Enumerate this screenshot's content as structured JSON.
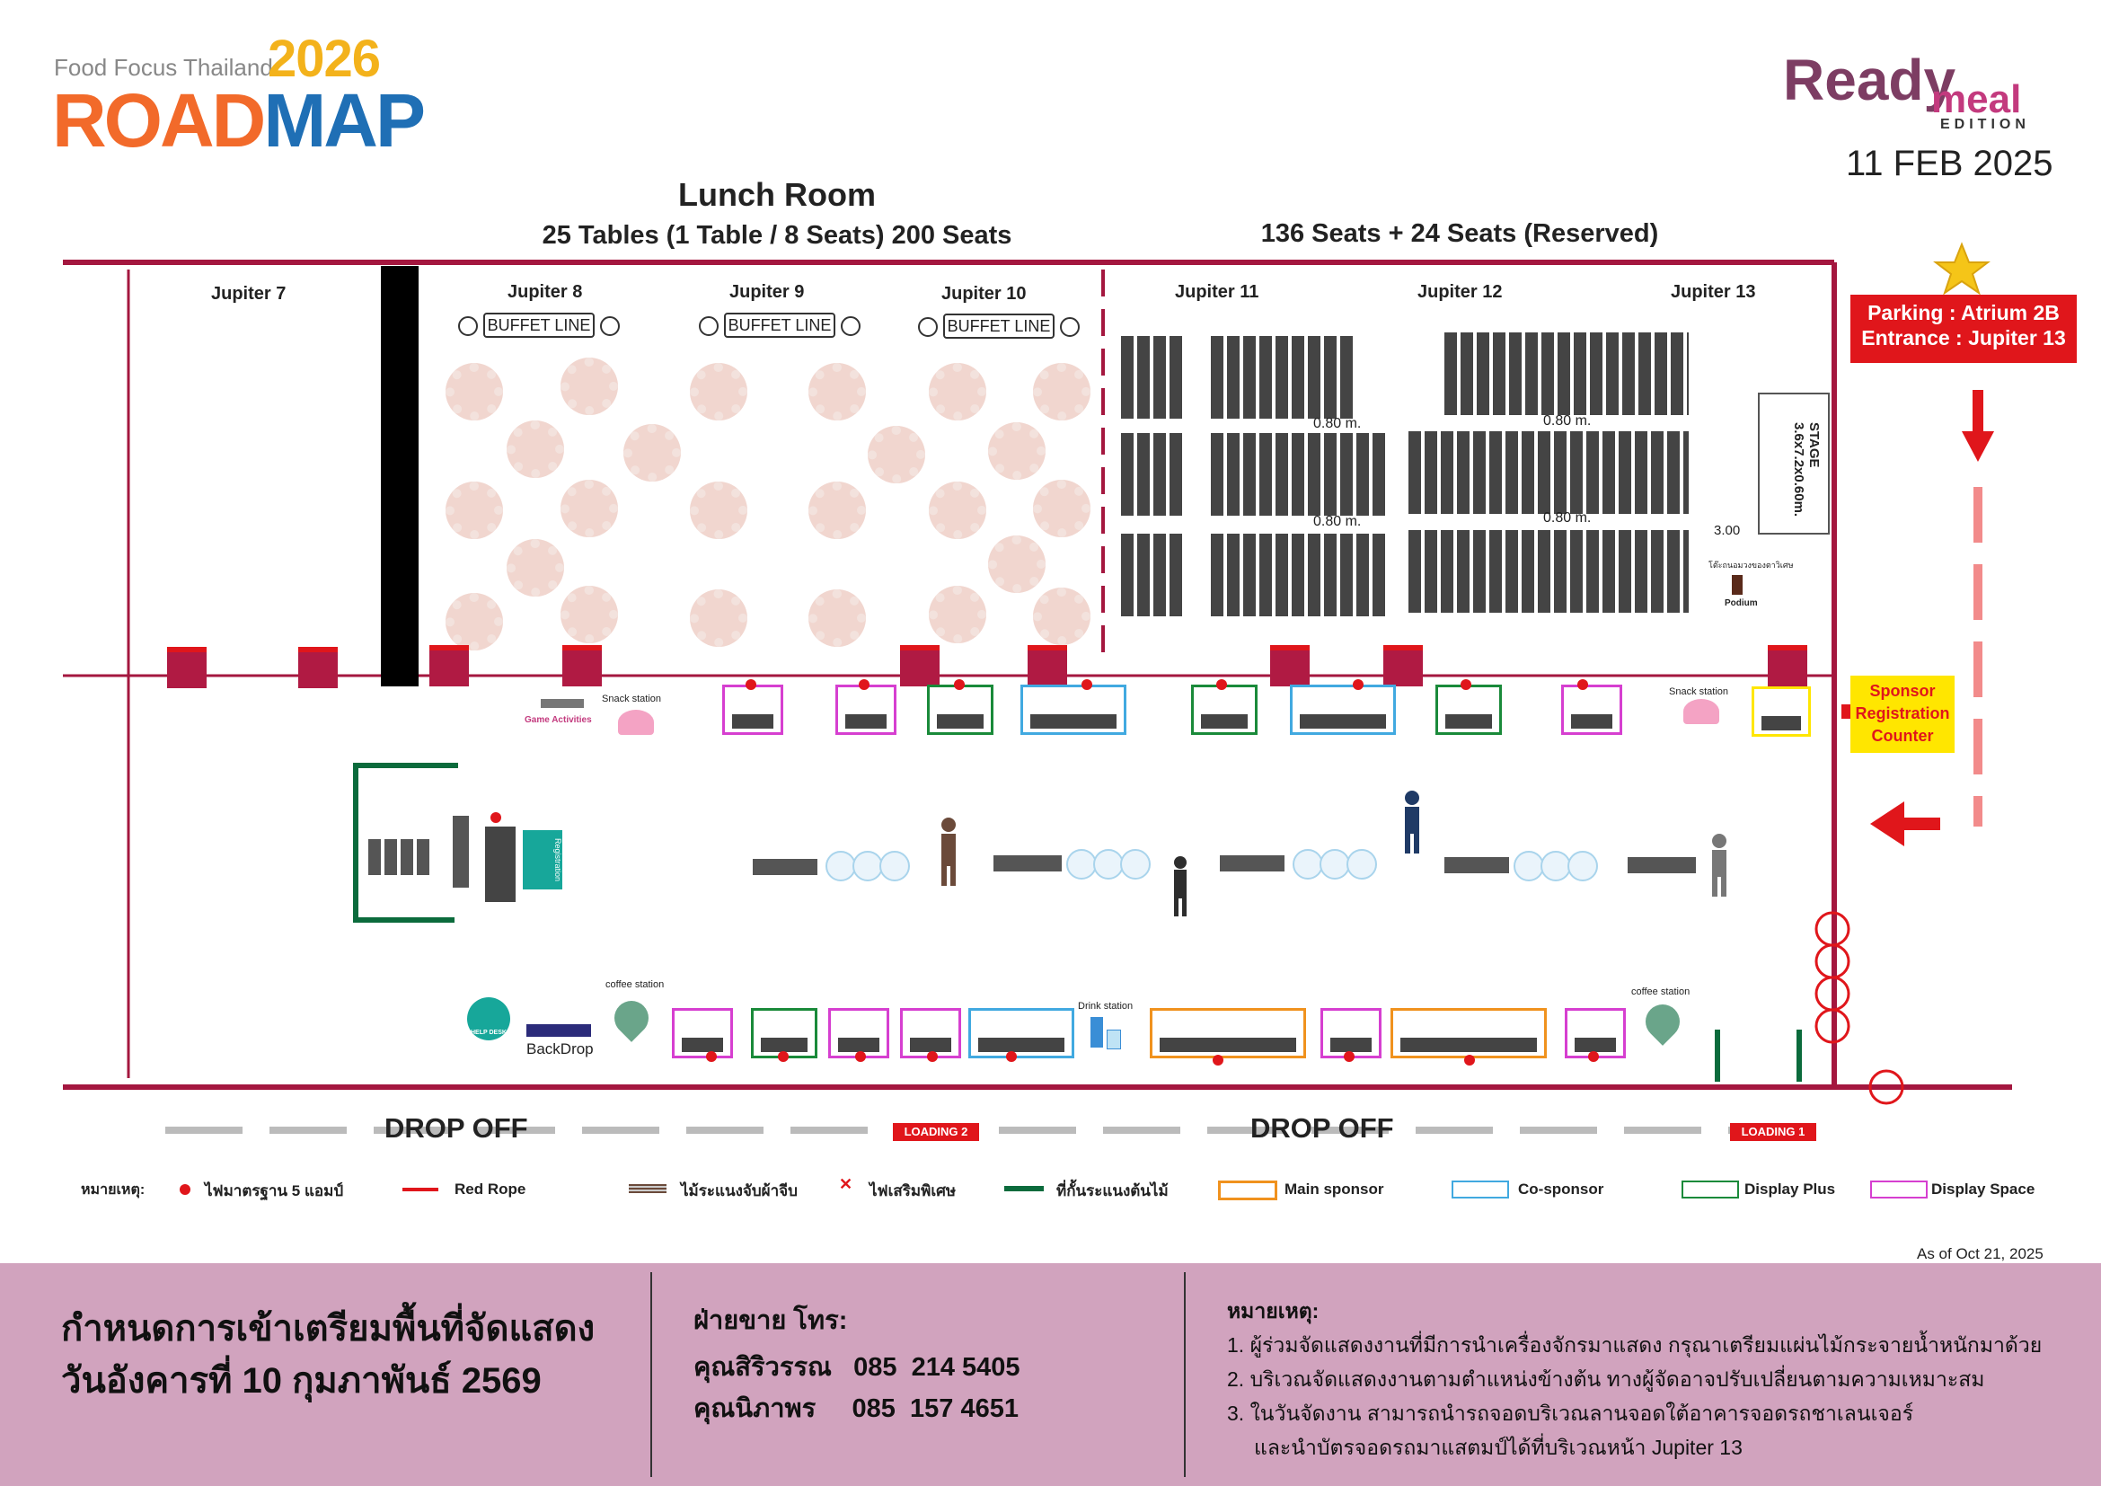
{
  "header": {
    "brand_small": "Food Focus Thailand",
    "brand_year": "2026",
    "brand_main_a": "ROAD",
    "brand_main_b": "MAP",
    "edition_a": "Ready",
    "edition_b": "meal",
    "edition_c": "EDITION",
    "event_date": "11 FEB 2025"
  },
  "titles": {
    "lunch_room": "Lunch Room",
    "lunch_tables": "25 Tables (1 Table / 8 Seats) 200 Seats",
    "seats": "136 Seats + 24 Seats (Reserved)"
  },
  "rooms": [
    "Jupiter 7",
    "Jupiter 8",
    "Jupiter 9",
    "Jupiter 10",
    "Jupiter 11",
    "Jupiter 12",
    "Jupiter 13"
  ],
  "buffet_label": "BUFFET LINE",
  "spacing": [
    "0.80 m.",
    "0.80 m.",
    "0.80 m.",
    "0.80 m."
  ],
  "stage": {
    "label": "STAGE",
    "size": "3.6x7.2x0.60m.",
    "width": "3.00",
    "podium": "Podium",
    "podium_note": "โต๊ะถนอมวงของตาวิเศษ"
  },
  "parking": {
    "line1": "Parking : Atrium 2B",
    "line2": "Entrance : Jupiter 13"
  },
  "sponsor_counter": "Sponsor Registration Counter",
  "stations": {
    "game": "Game Activities",
    "snack1": "Snack station",
    "snack2": "Snack station",
    "coffee1": "coffee station",
    "coffee2": "coffee station",
    "drink": "Drink station",
    "backdrop": "BackDrop",
    "registration": "Registration",
    "help": "HELP DESK"
  },
  "drop_off": [
    "DROP OFF",
    "DROP OFF"
  ],
  "loading": [
    "LOADING 2",
    "LOADING 1"
  ],
  "legend": {
    "title": "หมายเหตุ:",
    "items": [
      "ไฟมาตรฐาน 5 แอมป์",
      "Red Rope",
      "ไม้ระแนงจับผ้าจีบ",
      "ไฟเสริมพิเศษ",
      "ที่กั้นระแนงต้นไม้",
      "Main sponsor",
      "Co-sponsor",
      "Display Plus",
      "Display Space"
    ]
  },
  "colors": {
    "main": "#f0921e",
    "co": "#41a9e0",
    "plus": "#1a8a3a",
    "space": "#d63fd0",
    "wall": "#a4173f",
    "rope": "#e0161b",
    "footer": "#d1a3be"
  },
  "as_of": "As of Oct 21, 2025",
  "footer": {
    "heading1": "กำหนดการเข้าเตรียมพื้นที่จัดแสดง",
    "heading2": "วันอังคารที่ 10 กุมภาพันธ์ 2569",
    "sales_title": "ฝ่ายขาย โทร:",
    "contact1": "คุณสิริวรรณ   085  214 5405",
    "contact2": "คุณนิภาพร     085  157 4651",
    "notes_title": "หมายเหตุ:",
    "note1": "1. ผู้ร่วมจัดแสดงงานที่มีการนำเครื่องจักรมาแสดง กรุณาเตรียมแผ่นไม้กระจายน้ำหนักมาด้วย",
    "note2": "2. บริเวณจัดแสดงงานตามตำแหน่งข้างต้น ทางผู้จัดอาจปรับเปลี่ยนตามความเหมาะสม",
    "note3": "3. ในวันจัดงาน สามารถนำรถจอดบริเวณลานจอดใต้อาคารจอดรถชาเลนเจอร์",
    "note4": "และนำบัตรจอดรถมาแสตมป์ได้ที่บริเวณหน้า Jupiter 13"
  }
}
